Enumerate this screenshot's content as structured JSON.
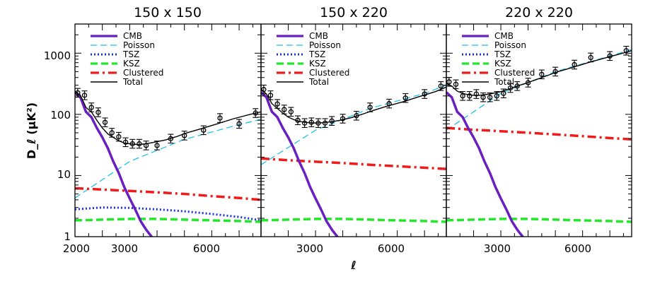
{
  "chart_data": {
    "type": "line",
    "xlabel": "ℓ",
    "ylabel": "D_ℓ (μK²)",
    "xscale": "linear",
    "yscale": "log",
    "xlim": [
      2000,
      8800
    ],
    "ylim": [
      1,
      3000
    ],
    "x_ticks": [
      {
        "value": 2000,
        "label": "2000"
      },
      {
        "value": 3000,
        "label": "3000"
      },
      {
        "value": 6000,
        "label": "6000"
      }
    ],
    "y_ticks": [
      {
        "value": 1,
        "label": "1"
      },
      {
        "value": 10,
        "label": "10"
      },
      {
        "value": 100,
        "label": "100"
      },
      {
        "value": 1000,
        "label": "1000"
      }
    ],
    "legend": {
      "placement": "top-left",
      "entries": [
        {
          "name": "CMB",
          "color": "#6a1fc0",
          "style": "thick-solid"
        },
        {
          "name": "Poisson",
          "color": "#1ec1e8",
          "style": "dashed"
        },
        {
          "name": "TSZ",
          "color": "#1a33e6",
          "style": "dotted"
        },
        {
          "name": "KSZ",
          "color": "#22e82a",
          "style": "thick-dashed"
        },
        {
          "name": "Clustered",
          "color": "#f01a1a",
          "style": "dash-dot"
        },
        {
          "name": "Total",
          "color": "#000000",
          "style": "solid"
        }
      ]
    },
    "panels": [
      {
        "title": "150  x  150",
        "series": [
          {
            "name": "CMB",
            "x": [
              2000,
              2200,
              2400,
              2600,
              2800,
              3000,
              3200,
              3400,
              3600,
              3800,
              4000,
              4200,
              4400,
              4600,
              4800,
              5000
            ],
            "y": [
              230,
              190,
              110,
              90,
              60,
              42,
              28,
              17,
              11,
              6.5,
              4.2,
              2.8,
              1.8,
              1.3,
              1.0,
              0.8
            ]
          },
          {
            "name": "Poisson",
            "x": [
              2000,
              4000,
              6000,
              8000,
              8800
            ],
            "y": [
              4.3,
              17,
              39,
              68,
              83
            ]
          },
          {
            "name": "TSZ",
            "x": [
              2000,
              3000,
              4000,
              5000,
              6000,
              7000,
              8000,
              8800
            ],
            "y": [
              2.8,
              3.0,
              2.95,
              2.8,
              2.6,
              2.35,
              2.1,
              1.85
            ]
          },
          {
            "name": "KSZ",
            "x": [
              2000,
              3000,
              4000,
              5000,
              6000,
              7000,
              8000,
              8800
            ],
            "y": [
              1.85,
              1.9,
              1.95,
              1.95,
              1.9,
              1.85,
              1.8,
              1.75
            ]
          },
          {
            "name": "Clustered",
            "x": [
              2000,
              3000,
              4000,
              5000,
              6000,
              7000,
              8000,
              8800
            ],
            "y": [
              6.2,
              5.9,
              5.6,
              5.3,
              5.0,
              4.6,
              4.3,
              4.0
            ]
          },
          {
            "name": "Total",
            "x": [
              2000,
              2200,
              2400,
              2600,
              2800,
              3000,
              3200,
              3400,
              3600,
              3800,
              4000,
              4300,
              4600,
              4900,
              5300,
              5700,
              6100,
              6600,
              7200,
              7800,
              8400,
              8800
            ],
            "y": [
              240,
              205,
              130,
              110,
              80,
              60,
              48,
              42,
              37,
              34,
              33,
              32,
              33,
              35,
              38,
              43,
              50,
              58,
              70,
              85,
              100,
              110
            ]
          },
          {
            "name": "Data",
            "x": [
              2100,
              2350,
              2600,
              2850,
              3100,
              3350,
              3600,
              3850,
              4100,
              4350,
              4600,
              5000,
              5500,
              6000,
              6700,
              7300,
              8000,
              8600
            ],
            "y": [
              225,
              205,
              130,
              108,
              74,
              50,
              43,
              35,
              33,
              33,
              31,
              31,
              40,
              45,
              55,
              87,
              70,
              105
            ]
          }
        ]
      },
      {
        "title": "150  x  220",
        "series": [
          {
            "name": "CMB",
            "x": [
              2000,
              2200,
              2400,
              2600,
              2800,
              3000,
              3200,
              3400,
              3600,
              3800,
              4000,
              4200,
              4400,
              4600,
              4800,
              5000
            ],
            "y": [
              230,
              190,
              110,
              90,
              60,
              42,
              28,
              17,
              11,
              6.5,
              4.2,
              2.8,
              1.8,
              1.3,
              1.0,
              0.8
            ]
          },
          {
            "name": "Poisson",
            "x": [
              2000,
              4000,
              6000,
              8000,
              8800
            ],
            "y": [
              15,
              55,
              125,
              220,
              300
            ]
          },
          {
            "name": "KSZ",
            "x": [
              2000,
              3000,
              4000,
              5000,
              6000,
              7000,
              8000,
              8800
            ],
            "y": [
              1.85,
              1.9,
              1.95,
              1.95,
              1.9,
              1.85,
              1.8,
              1.75
            ]
          },
          {
            "name": "Clustered",
            "x": [
              2000,
              3000,
              4000,
              5000,
              6000,
              7000,
              8000,
              8800
            ],
            "y": [
              19,
              17.8,
              16.8,
              16,
              15,
              14.2,
              13.4,
              12.8
            ]
          },
          {
            "name": "Total",
            "x": [
              2000,
              2200,
              2400,
              2600,
              2800,
              3000,
              3200,
              3400,
              3600,
              3800,
              4000,
              4300,
              4600,
              4900,
              5300,
              5700,
              6100,
              6600,
              7200,
              7800,
              8400,
              8800
            ],
            "y": [
              260,
              215,
              150,
              125,
              105,
              90,
              82,
              77,
              74,
              73,
              72,
              73,
              76,
              80,
              88,
              100,
              115,
              135,
              160,
              195,
              235,
              280
            ]
          },
          {
            "name": "Data",
            "x": [
              2100,
              2350,
              2600,
              2850,
              3100,
              3350,
              3600,
              3850,
              4100,
              4350,
              4600,
              5000,
              5500,
              6000,
              6700,
              7300,
              8000,
              8600
            ],
            "y": [
              255,
              205,
              148,
              120,
              110,
              80,
              72,
              74,
              72,
              72,
              78,
              85,
              95,
              130,
              150,
              185,
              215,
              290
            ]
          }
        ]
      },
      {
        "title": "220  x  220",
        "series": [
          {
            "name": "CMB",
            "x": [
              2000,
              2200,
              2400,
              2600,
              2800,
              3000,
              3200,
              3400,
              3600,
              3800,
              4000,
              4200,
              4400,
              4600,
              4800,
              5000
            ],
            "y": [
              230,
              190,
              110,
              90,
              60,
              42,
              28,
              17,
              11,
              6.5,
              4.2,
              2.8,
              1.8,
              1.3,
              1.0,
              0.8
            ]
          },
          {
            "name": "Poisson",
            "x": [
              2000,
              4000,
              6000,
              8000,
              8800
            ],
            "y": [
              55,
              220,
              500,
              900,
              1150
            ]
          },
          {
            "name": "KSZ",
            "x": [
              2000,
              3000,
              4000,
              5000,
              6000,
              7000,
              8000,
              8800
            ],
            "y": [
              1.85,
              1.9,
              1.95,
              1.95,
              1.9,
              1.85,
              1.8,
              1.75
            ]
          },
          {
            "name": "Clustered",
            "x": [
              2000,
              3000,
              4000,
              5000,
              6000,
              7000,
              8000,
              8800
            ],
            "y": [
              60,
              56,
              53,
              50,
              47,
              44,
              41,
              39
            ]
          },
          {
            "name": "Total",
            "x": [
              2000,
              2200,
              2400,
              2600,
              2800,
              3000,
              3200,
              3400,
              3600,
              3800,
              4000,
              4300,
              4600,
              4900,
              5300,
              5700,
              6100,
              6600,
              7200,
              7800,
              8400,
              8800
            ],
            "y": [
              320,
              290,
              240,
              220,
              210,
              205,
              205,
              210,
              215,
              225,
              235,
              260,
              290,
              320,
              370,
              430,
              500,
              580,
              700,
              830,
              980,
              1100
            ]
          },
          {
            "name": "Data",
            "x": [
              2100,
              2350,
              2600,
              2850,
              3100,
              3350,
              3600,
              3850,
              4100,
              4350,
              4600,
              5000,
              5500,
              6000,
              6700,
              7300,
              8000,
              8600
            ],
            "y": [
              340,
              310,
              200,
              200,
              215,
              190,
              190,
              200,
              220,
              270,
              290,
              330,
              450,
              500,
              650,
              850,
              900,
              1100
            ]
          }
        ]
      }
    ]
  }
}
